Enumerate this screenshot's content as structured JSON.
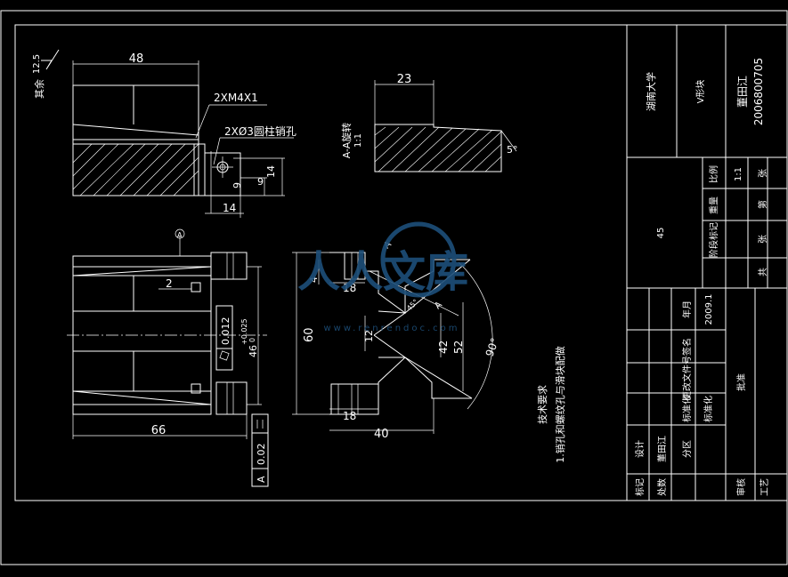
{
  "dimensions": {
    "d48": "48",
    "d23": "23",
    "d14": "14",
    "d14b": "14",
    "d9": "9",
    "d9b": "9",
    "d66": "66",
    "d60": "60",
    "d52": "52",
    "d42": "42",
    "d40": "40",
    "d18a": "18",
    "d18b": "18",
    "d12": "12",
    "d4": "4",
    "d2": "2",
    "d46": "46",
    "d46tol": "+0.025",
    "d46tol0": "0",
    "angle90": "90°",
    "angle5": "5°",
    "angle45": "45°"
  },
  "annotations": {
    "thread": "2XM4X1",
    "pin_holes": "2XØ3圆柱销孔",
    "remaining": "其余",
    "roughness": "12.5",
    "section_title": "A-A旋转",
    "section_scale": "1:1",
    "section_mark": "A",
    "datum": "A",
    "flatness_val": "0.012",
    "parallel_val": "0.02",
    "parallel_datum": "A",
    "tech_title": "技术要求",
    "tech_line1": "1.销孔和螺纹孔与滑块配做"
  },
  "title_block": {
    "school": "湖南大学",
    "part_name": "V形块",
    "designer": "董田江",
    "student_id": "2006800705",
    "material": "45",
    "scale_label": "比例",
    "scale_value": "1:1",
    "weight_label": "重量",
    "stage_label": "阶段标记",
    "sheets_label": "共",
    "sheets_unit": "张",
    "sheet_label": "第",
    "sheet_unit": "张",
    "year_month": "年月",
    "date": "2009.1",
    "signature": "签名",
    "change_doc": "更改文件号",
    "zone": "分区",
    "count": "处数",
    "mark": "标记",
    "design": "设计",
    "standardize": "标准化",
    "review": "审核",
    "process": "工艺",
    "approve": "批准",
    "sig_name": "董田江",
    "std_name": "标准化"
  },
  "watermark": {
    "text": "人人文库",
    "url": "www.renrendoc.com"
  }
}
